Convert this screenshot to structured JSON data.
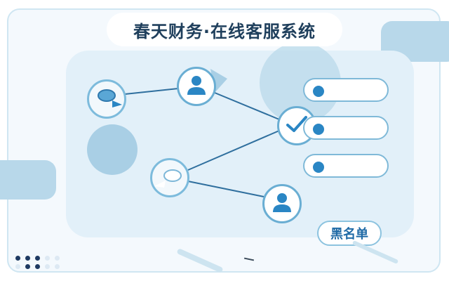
{
  "header": {
    "title": "春天财务·在线客服系统"
  },
  "actions": {
    "blacklist_label": "黑名单"
  },
  "flow": {
    "nodes": [
      {
        "name": "chat-bubble-node-top",
        "icon": "chat-bubble-filled-icon"
      },
      {
        "name": "user-node-top",
        "icon": "user-avatar-icon"
      },
      {
        "name": "check-node",
        "icon": "checkmark-icon"
      },
      {
        "name": "chat-bubble-node-bottom",
        "icon": "chat-bubble-outline-icon"
      },
      {
        "name": "user-node-bottom",
        "icon": "user-avatar-icon"
      }
    ],
    "list_items": [
      {
        "icon": "bullet-dot-icon"
      },
      {
        "icon": "bullet-dot-icon"
      },
      {
        "icon": "bullet-dot-icon"
      }
    ]
  },
  "colors": {
    "accent": "#2a86c4",
    "title_text": "#1f3f5c",
    "panel_bg": "#e2f0f9",
    "node_border": "#6aaed3",
    "line": "#2f6f9e"
  }
}
